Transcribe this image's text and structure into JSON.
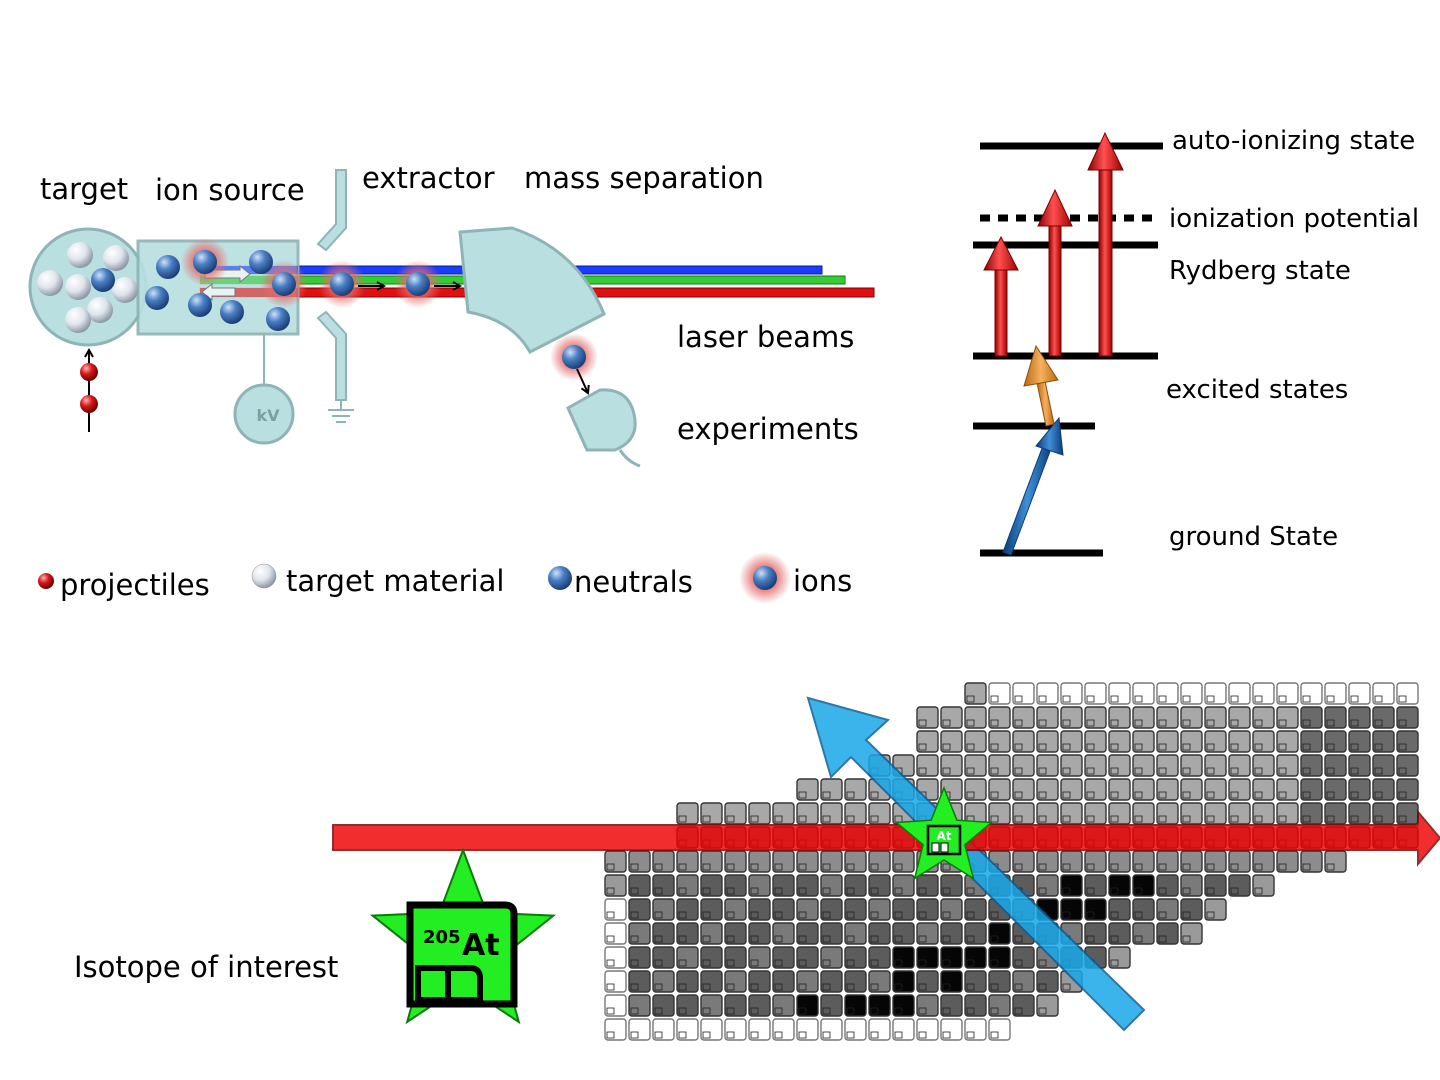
{
  "labels": {
    "target": "target",
    "ion_source": "ion source",
    "extractor": "extractor",
    "mass_separation": "mass separation",
    "laser_beams": "laser beams",
    "experiments": "experiments",
    "kv": "kV"
  },
  "legend": {
    "projectiles": "projectiles",
    "target_material": "target material",
    "neutrals": "neutrals",
    "ions": "ions"
  },
  "energy_levels": {
    "auto_ionizing": "auto-ionizing state",
    "ionization_potential": "ionization potential",
    "rydberg": "Rydberg state",
    "excited": "excited states",
    "ground": "ground State"
  },
  "isotope": {
    "caption": "Isotope of interest",
    "mass_number": "205",
    "symbol": "At",
    "small_symbol": "At"
  },
  "colors": {
    "apparatus_fill": "#b9dfe0",
    "apparatus_stroke": "#8fb4b6",
    "neutral": "#4a7fc4",
    "projectile": "#d91a1a",
    "laser_blue": "#1a3cff",
    "laser_green": "#33cc33",
    "laser_red": "#e01010",
    "ion_glow": "#e46b6b",
    "star_green": "#22ee22",
    "arrow_red": "#ee0000",
    "arrow_blue": "#18a8e8",
    "chart_grey": "#9a9a9a",
    "chart_dark": "#5c5c5c"
  }
}
